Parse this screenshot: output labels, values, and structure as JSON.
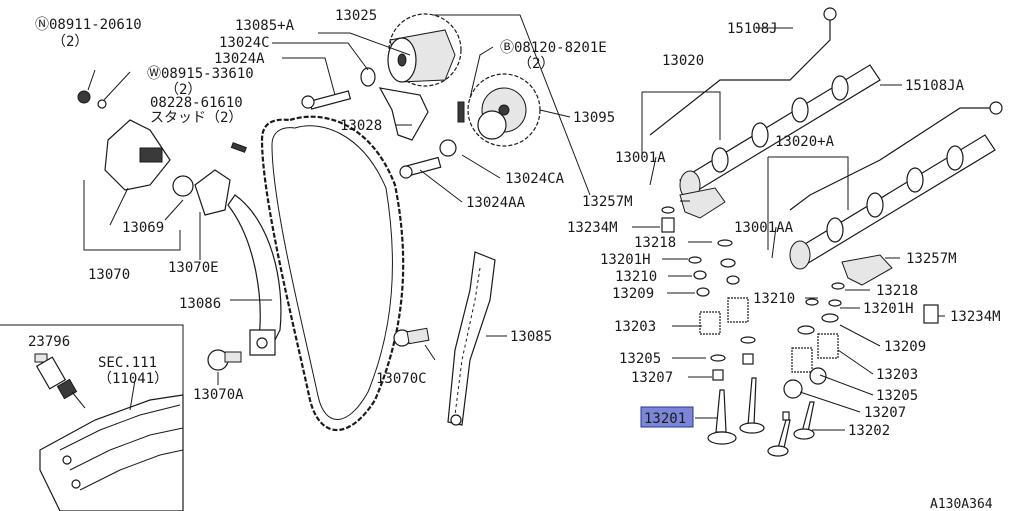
{
  "labels": {
    "n_08911_20610": "Ⓝ08911-20610",
    "n_08911_20610_qty": "（2）",
    "w_08915_33610": "Ⓦ08915-33610",
    "w_08915_33610_qty": "（2）",
    "stud_08228_61610": "08228-61610",
    "stud_label": "スタッド（2）",
    "p13069": "13069",
    "p13070": "13070",
    "p13070E": "13070E",
    "p13086": "13086",
    "p13070A": "13070A",
    "p23796": "23796",
    "sec111": "SEC.111",
    "sec111_ref": "（11041）",
    "p13085A": "13085+A",
    "p13025": "13025",
    "p13024C": "13024C",
    "p13024A": "13024A",
    "p13028": "13028",
    "p13024CA": "13024CA",
    "p13024AA": "13024AA",
    "p13070C": "13070C",
    "p13085": "13085",
    "b_08120_8201E": "Ⓑ08120-8201E",
    "b_08120_8201E_qty": "（2）",
    "p13095": "13095",
    "p15108J": "15108J",
    "p13020": "13020",
    "p15108JA": "15108JA",
    "p13020A": "13020+A",
    "p13001A": "13001A",
    "p13001AA": "13001AA",
    "p13257M_left": "13257M",
    "p13234M_left": "13234M",
    "p13218_left": "13218",
    "p13201H_left": "13201H",
    "p13210_left": "13210",
    "p13209_left": "13209",
    "p13203_left": "13203",
    "p13205_left": "13205",
    "p13207_left": "13207",
    "p13201_selected": "13201",
    "p13257M_right": "13257M",
    "p13218_right": "13218",
    "p13210_right": "13210",
    "p13201H_right": "13201H",
    "p13234M_right": "13234M",
    "p13209_right": "13209",
    "p13203_right": "13203",
    "p13205_right": "13205",
    "p13207_right": "13207",
    "p13202": "13202",
    "diagram_id": "A130A364"
  },
  "colors": {
    "highlight_fill": "#7b86d9",
    "highlight_border": "#2a3590",
    "line": "#1a1a1a"
  },
  "selected_part": "13201"
}
